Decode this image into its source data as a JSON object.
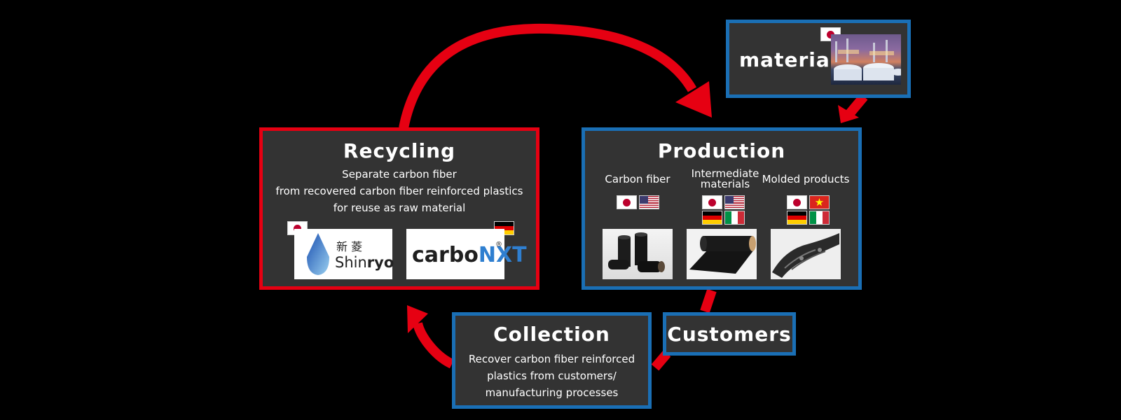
{
  "colors": {
    "background": "#000000",
    "box_fill": "#333333",
    "blue_border": "#1a6fb5",
    "red_border": "#e60012",
    "arrow_red": "#e60012"
  },
  "material": {
    "title": "material",
    "flag": "japan-flag-icon",
    "image": "industrial-plant-photo"
  },
  "production": {
    "title": "Production",
    "columns": [
      {
        "label": "Carbon fiber",
        "flags": [
          "japan",
          "usa"
        ],
        "image": "carbon-fiber-spools-photo"
      },
      {
        "label_line1": "Intermediate",
        "label_line2": "materials",
        "flags": [
          "japan",
          "usa",
          "germany",
          "italy"
        ],
        "image": "carbon-sheet-roll-photo"
      },
      {
        "label": "Molded products",
        "flags": [
          "japan",
          "vietnam",
          "germany",
          "italy"
        ],
        "image": "molded-part-photo"
      }
    ]
  },
  "recycling": {
    "title": "Recycling",
    "desc_line1": "Separate carbon fiber",
    "desc_line2": "from recovered carbon fiber reinforced plastics",
    "desc_line3": "for reuse as raw material",
    "logos": {
      "shinryo": {
        "kanji": "新 菱",
        "name_a": "Shin",
        "name_b": "ryo",
        "flag": "japan"
      },
      "carbonxt": {
        "name_a": "carbo",
        "name_b": "NXT",
        "mark": "®",
        "flag": "germany"
      }
    }
  },
  "collection": {
    "title": "Collection",
    "desc_line1": "Recover carbon fiber reinforced",
    "desc_line2": "plastics from customers/",
    "desc_line3": "manufacturing processes"
  },
  "customers": {
    "title": "Customers"
  }
}
